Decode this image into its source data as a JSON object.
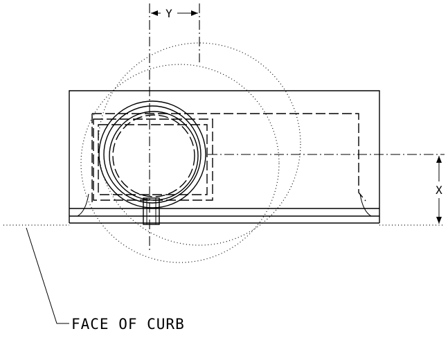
{
  "labels": {
    "dim_y": "Y",
    "dim_x": "X",
    "face_of_curb": "FACE OF CURB"
  },
  "colors": {
    "line": "#000000",
    "background": "#ffffff"
  }
}
